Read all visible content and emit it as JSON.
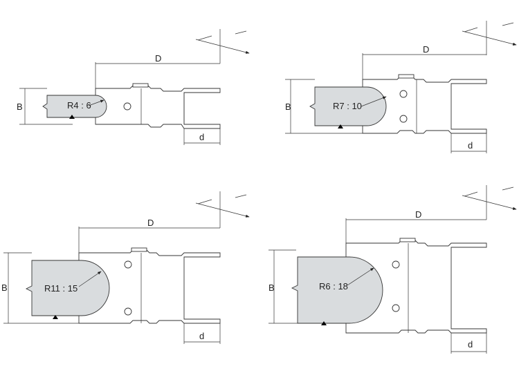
{
  "diagram": {
    "panels": [
      {
        "id": "p1",
        "radius_label": "R4 : 6",
        "d_big": "D",
        "d_small": "d",
        "b_label": "B"
      },
      {
        "id": "p2",
        "radius_label": "R7 : 10",
        "d_big": "D",
        "d_small": "d",
        "b_label": "B"
      },
      {
        "id": "p3",
        "radius_label": "R11 : 15",
        "d_big": "D",
        "d_small": "d",
        "b_label": "B"
      },
      {
        "id": "p4",
        "radius_label": "R6 : 18",
        "d_big": "D",
        "d_small": "d",
        "b_label": "B"
      }
    ]
  },
  "colors": {
    "profile_fill": "#d9dcde",
    "line": "#333333",
    "background": "#ffffff"
  }
}
